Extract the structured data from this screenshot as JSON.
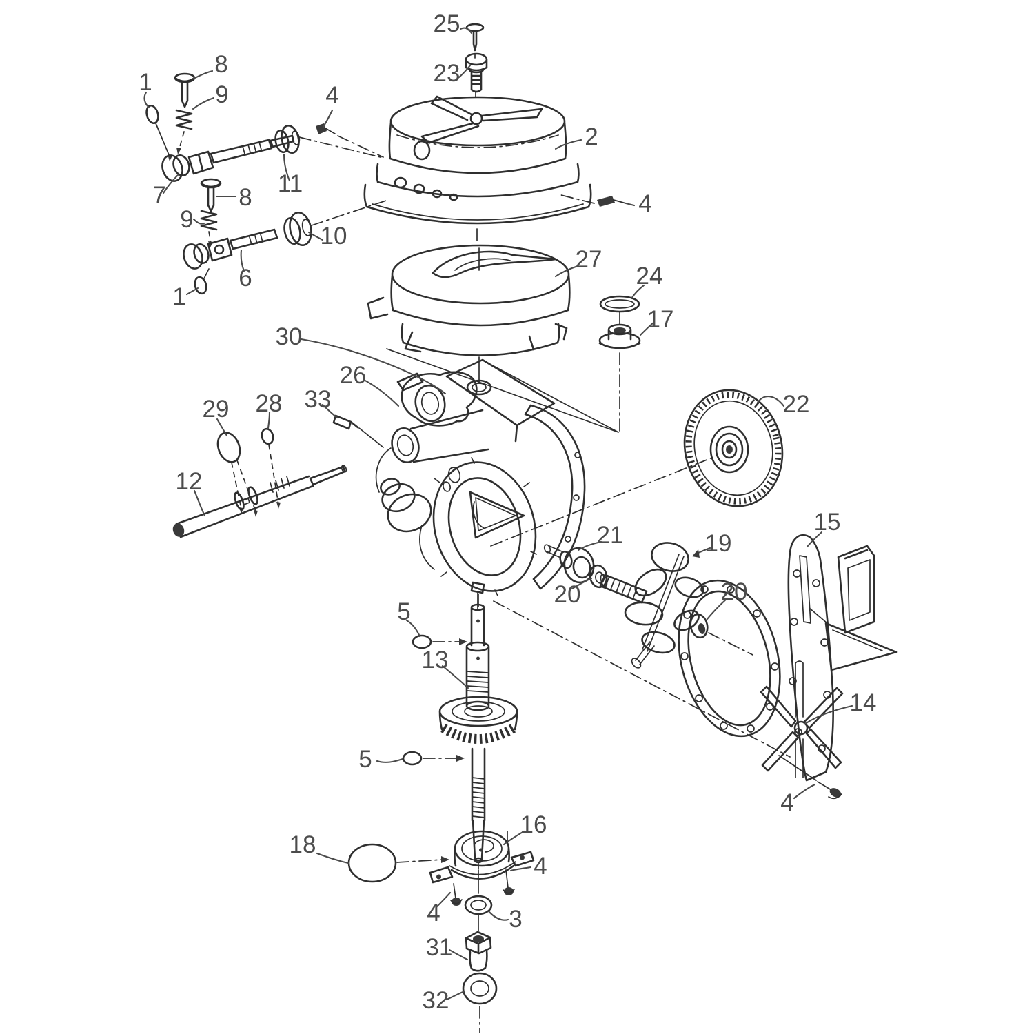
{
  "figure": {
    "kind": "exploded-parts-diagram",
    "background": "#ffffff",
    "line_color": "#2f2f2f",
    "label_color": "#4c4c4c"
  },
  "callouts": [
    {
      "label": "1",
      "target": "o-ring-1-upper"
    },
    {
      "label": "1",
      "target": "o-ring-1-lower"
    },
    {
      "label": "2",
      "target": "starter-cover-2"
    },
    {
      "label": "3",
      "target": "washer-3"
    },
    {
      "label": "4",
      "target": "screw-4-upper-left"
    },
    {
      "label": "4",
      "target": "screw-4-cover-right"
    },
    {
      "label": "4",
      "target": "screw-4-plate"
    },
    {
      "label": "4",
      "target": "screw-4-bearing-right"
    },
    {
      "label": "4",
      "target": "screw-4-bearing-left"
    },
    {
      "label": "5",
      "target": "ring-5-upper"
    },
    {
      "label": "5",
      "target": "ring-5-lower"
    },
    {
      "label": "6",
      "target": "rod-6"
    },
    {
      "label": "7",
      "target": "cap-7"
    },
    {
      "label": "8",
      "target": "screw-8-upper"
    },
    {
      "label": "8",
      "target": "screw-8-lower"
    },
    {
      "label": "9",
      "target": "spring-9-upper"
    },
    {
      "label": "9",
      "target": "spring-9-lower"
    },
    {
      "label": "10",
      "target": "grommet-10"
    },
    {
      "label": "11",
      "target": "grommet-11"
    },
    {
      "label": "12",
      "target": "shaft-12"
    },
    {
      "label": "13",
      "target": "pinion-shaft-13"
    },
    {
      "label": "14",
      "target": "spinner-14"
    },
    {
      "label": "15",
      "target": "mount-plate-15"
    },
    {
      "label": "16",
      "target": "bearing-holder-16"
    },
    {
      "label": "17",
      "target": "cap-17"
    },
    {
      "label": "18",
      "target": "oval-18"
    },
    {
      "label": "19",
      "target": "impeller-19"
    },
    {
      "label": "20",
      "target": "washer-20-left"
    },
    {
      "label": "20",
      "target": "washer-20-right"
    },
    {
      "label": "21",
      "target": "bearing-21"
    },
    {
      "label": "22",
      "target": "gear-disc-22"
    },
    {
      "label": "23",
      "target": "bolt-23"
    },
    {
      "label": "24",
      "target": "o-ring-24"
    },
    {
      "label": "25",
      "target": "screw-25"
    },
    {
      "label": "26",
      "target": "gearcase-26"
    },
    {
      "label": "27",
      "target": "rotor-27"
    },
    {
      "label": "28",
      "target": "oval-28"
    },
    {
      "label": "29",
      "target": "oval-29"
    },
    {
      "label": "30",
      "target": "clamp-30"
    },
    {
      "label": "31",
      "target": "bolt-31"
    },
    {
      "label": "32",
      "target": "washer-32"
    },
    {
      "label": "33",
      "target": "pin-33"
    }
  ]
}
